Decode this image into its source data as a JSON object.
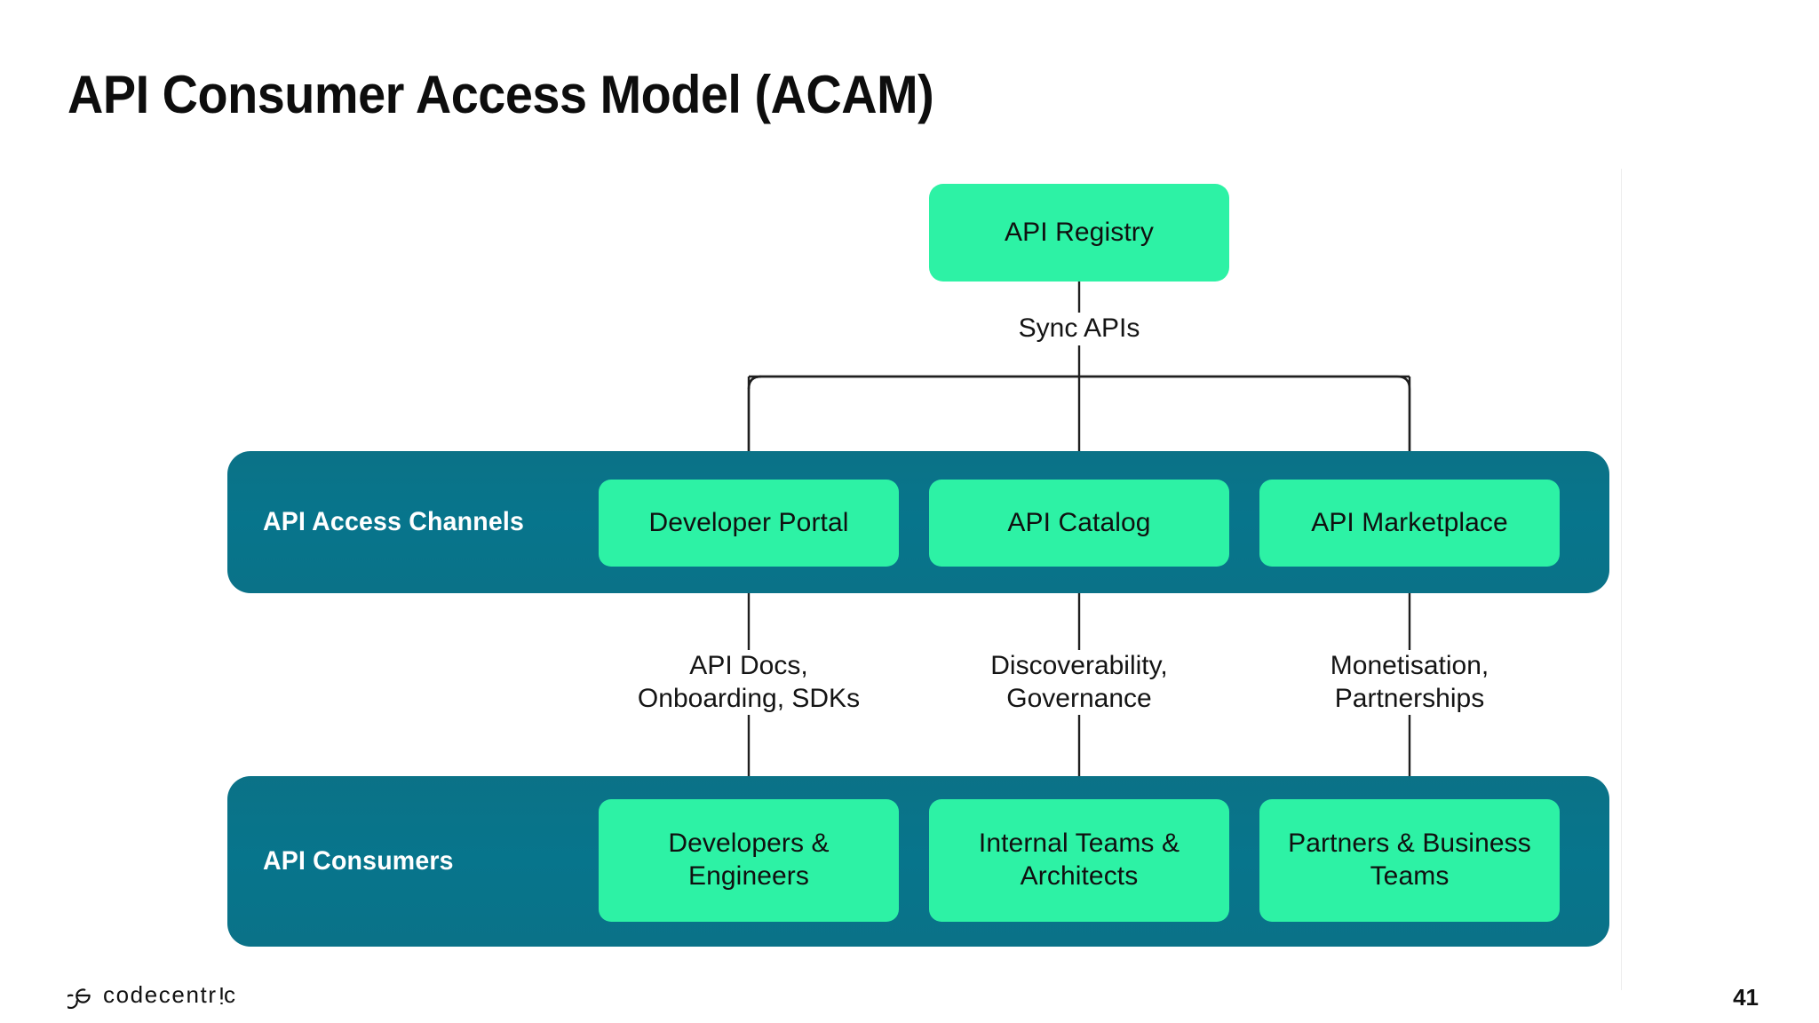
{
  "slide": {
    "title": "API Consumer Access Model (ACAM)",
    "page_number": "41",
    "background_color": "#ffffff"
  },
  "theme": {
    "node_fill": "#2df2a5",
    "band_fill": "#07758c",
    "band_label_color": "#ffffff",
    "node_text_color": "#101010",
    "connector_color": "#1a1a1a",
    "title_color": "#0d0d0d"
  },
  "diagram": {
    "type": "flowchart",
    "top_node": {
      "id": "api-registry",
      "label": "API Registry"
    },
    "bands": [
      {
        "id": "api-access-channels",
        "label": "API Access Channels",
        "nodes": [
          {
            "id": "developer-portal",
            "label": "Developer Portal"
          },
          {
            "id": "api-catalog",
            "label": "API Catalog"
          },
          {
            "id": "api-marketplace",
            "label": "API Marketplace"
          }
        ]
      },
      {
        "id": "api-consumers",
        "label": "API Consumers",
        "nodes": [
          {
            "id": "developers-engineers",
            "label": "Developers &\nEngineers"
          },
          {
            "id": "internal-teams-architects",
            "label": "Internal Teams &\nArchitects"
          },
          {
            "id": "partners-business-teams",
            "label": "Partners &\nBusiness Teams"
          }
        ]
      }
    ],
    "edge_labels": {
      "registry_to_channels": "Sync APIs",
      "portal_to_developers": "API Docs,\nOnboarding, SDKs",
      "catalog_to_internal": "Discoverability,\nGovernance",
      "marketplace_to_partners": "Monetisation,\nPartnerships"
    }
  },
  "footer": {
    "brand_prefix": "codecentr",
    "brand_rotated_letter": "i",
    "brand_suffix": "c"
  }
}
